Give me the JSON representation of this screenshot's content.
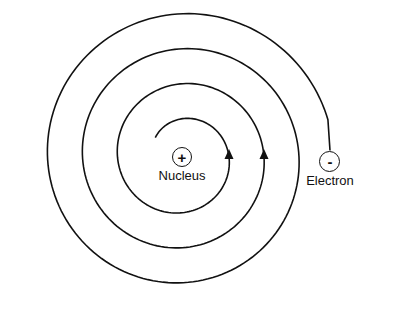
{
  "diagram": {
    "nodes": [
      {
        "text": [
          "+",
          "Nucleus"
        ]
      },
      {
        "text": [
          "-",
          "Electron"
        ]
      }
    ]
  }
}
